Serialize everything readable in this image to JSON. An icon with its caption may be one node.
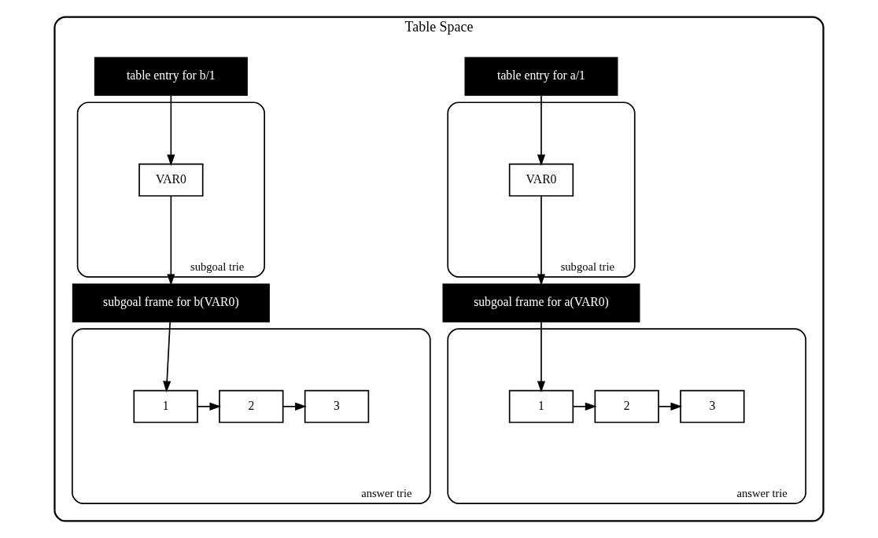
{
  "diagram": {
    "nodes": [
      {
        "text": [
          "Table Space"
        ]
      },
      {
        "text": [
          "table entry for a/1"
        ],
        "in": 0
      },
      {
        "text": [
          "subgoal trie"
        ],
        "in": 0
      },
      {
        "text": [
          "VAR0"
        ],
        "in": 2
      },
      {
        "text": [
          "subgoal frame for a(VAR0)"
        ],
        "in": 0
      },
      {
        "text": [
          "answer trie"
        ],
        "in": 0
      },
      {
        "text": [
          "1"
        ],
        "in": 5
      },
      {
        "text": [
          "2"
        ],
        "in": 5
      },
      {
        "text": [
          "3"
        ],
        "in": 5
      },
      {
        "text": [
          "table entry for b/1"
        ],
        "in": 0
      },
      {
        "text": [
          "subgoal trie"
        ],
        "in": 0
      },
      {
        "text": [
          "VAR0"
        ],
        "in": 10
      },
      {
        "text": [
          "subgoal frame for b(VAR0)"
        ],
        "in": 0
      },
      {
        "text": [
          "answer trie"
        ],
        "in": 0
      },
      {
        "text": [
          "1"
        ],
        "in": 13
      },
      {
        "text": [
          "2"
        ],
        "in": 13
      },
      {
        "text": [
          "3"
        ],
        "in": 13
      }
    ],
    "edges": [
      {
        "from": 1,
        "to": 3,
        "arrow": "to"
      },
      {
        "from": 3,
        "to": 4,
        "arrow": "to"
      },
      {
        "from": 4,
        "to": 6,
        "arrow": "to"
      },
      {
        "from": 6,
        "to": 7,
        "arrow": "to"
      },
      {
        "from": 7,
        "to": 8,
        "arrow": "to"
      },
      {
        "from": 9,
        "to": 11,
        "arrow": "to"
      },
      {
        "from": 11,
        "to": 12,
        "arrow": "to"
      },
      {
        "from": 12,
        "to": 14,
        "arrow": "to"
      },
      {
        "from": 14,
        "to": 15,
        "arrow": "to"
      },
      {
        "from": 15,
        "to": 16,
        "arrow": "to"
      }
    ]
  }
}
